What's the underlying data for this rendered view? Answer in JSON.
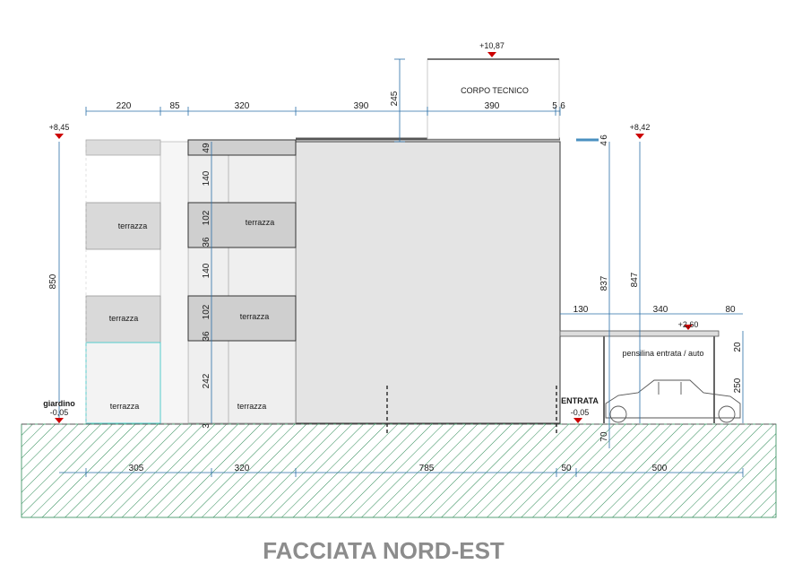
{
  "title": "FACCIATA NORD-EST",
  "levels": {
    "top_tech": "+10,87",
    "left_roof": "+8,45",
    "right_roof": "+8,42",
    "canopy": "+2,60",
    "garden": "-0,05",
    "entrance": "-0,05"
  },
  "labels": {
    "corpo_tecnico": "CORPO TECNICO",
    "terrazza": "terrazza",
    "giardino": "giardino",
    "entrata": "ENTRATA",
    "pensilina": "pensilina entrata / auto"
  },
  "top_dims": [
    "220",
    "85",
    "320",
    "390",
    "390",
    "5",
    "6"
  ],
  "dim_245": "245",
  "dim_850": "850",
  "mid_vert_dims": [
    "49",
    "140",
    "102",
    "36",
    "140",
    "102",
    "36",
    "242",
    "3"
  ],
  "right_vert_dims": [
    "4",
    "6",
    "837",
    "847",
    "20",
    "250",
    "70"
  ],
  "canopy_dims": [
    "130",
    "340",
    "80"
  ],
  "bottom_dims": [
    "305",
    "320",
    "785",
    "50",
    "500"
  ]
}
